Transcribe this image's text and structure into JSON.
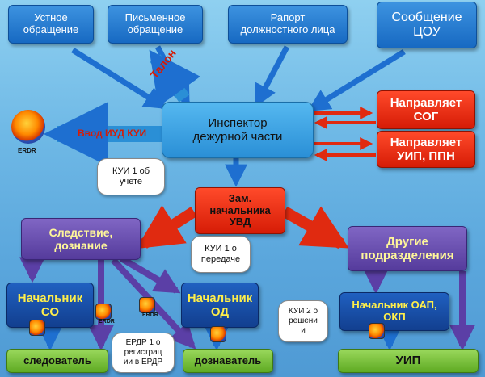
{
  "sources": [
    {
      "id": "oral",
      "text": "Устное\nобращение"
    },
    {
      "id": "written",
      "text": "Письменное\nобращение"
    },
    {
      "id": "report",
      "text": "Рапорт\nдолжностного лица"
    },
    {
      "id": "tsou",
      "text": "Сообщение\nЦОУ"
    }
  ],
  "inspector": "Инспектор\nдежурной части",
  "sends_sog": "Направляет\nСОГ",
  "sends_uip": "Направляет\nУИП, ППН",
  "talon": "Талон",
  "vvod_iud": "Ввод ИУД КУИ",
  "erdr_label": "ERDR",
  "kui1_uchete": "КУИ 1 об\nучете",
  "deputy": "Зам.\nначальника\nУВД",
  "kui1_peredache": "КУИ 1 о\nпередаче",
  "investigation": "Следствие,\nдознание",
  "other_units": "Другие\nподразделения",
  "chief_so": "Начальник\nСО",
  "chief_od": "Начальник\nОД",
  "chief_oap": "Начальник ОАП,\nОКП",
  "kui2_reshenii": "КУИ 2 о\nрешени\nи",
  "erdr1": "ЕРДР 1 о\nрегистрац\nии в ЕРДР",
  "investigator": "следователь",
  "inquirer": "дознаватель",
  "uip": "УИП",
  "colors": {
    "arrow_blue": "#1e6fd0",
    "arrow_purple": "#5b3fa6",
    "arrow_red": "#e02a10",
    "arrow_green": "#6ab030"
  }
}
